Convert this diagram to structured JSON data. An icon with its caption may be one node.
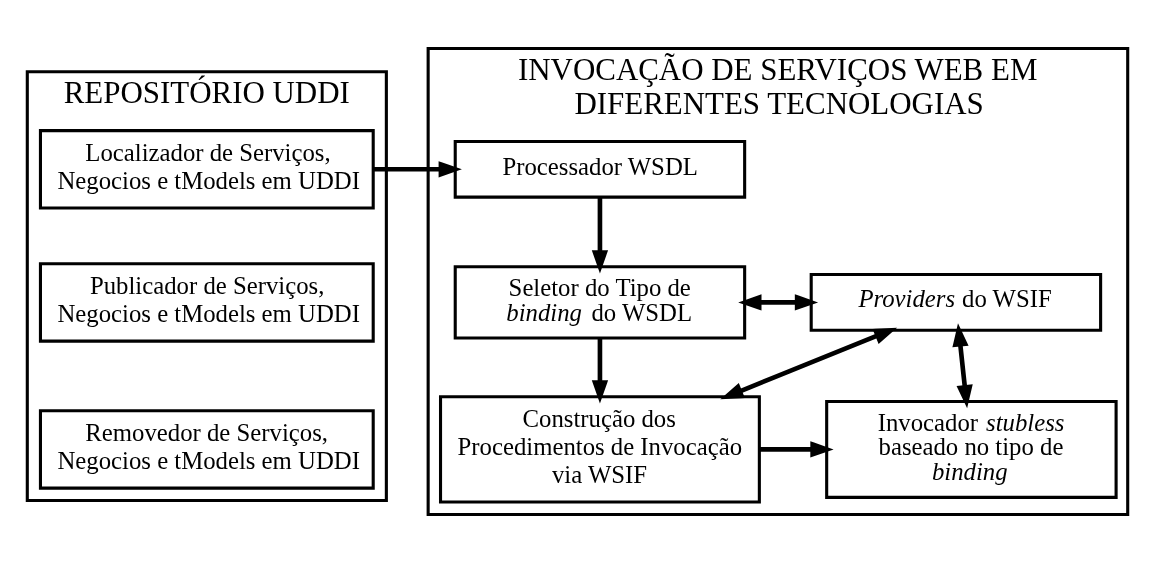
{
  "diagram": {
    "nodes": [
      {
        "text": [
          "REPOSITÓRIO UDDI"
        ]
      },
      {
        "text": [
          "Localizador de Serviços, Negocios e tModels em UDDI"
        ],
        "in": 0
      },
      {
        "text": [
          "Publicador de Serviços, Negocios e tModels em UDDI"
        ],
        "in": 0
      },
      {
        "text": [
          "Removedor de Serviços, Negocios e tModels em UDDI"
        ],
        "in": 0
      },
      {
        "text": [
          "INVOCAÇÃO DE SERVIÇOS WEB EM DIFERENTES TECNOLOGIAS"
        ]
      },
      {
        "text": [
          "Processador WSDL"
        ],
        "in": 4
      },
      {
        "text": [
          "Seletor do Tipo de *binding* do WSDL"
        ],
        "in": 4
      },
      {
        "text": [
          "*Providers* do WSIF"
        ],
        "in": 4
      },
      {
        "text": [
          "Construção dos Procedimentos de Invocação via WSIF"
        ],
        "in": 4
      },
      {
        "text": [
          "Invocador *stubless* baseado no tipo de *binding*"
        ],
        "in": 4
      }
    ],
    "edges": [
      {
        "from": 1,
        "to": 5,
        "arrow": "to"
      },
      {
        "from": 5,
        "to": 6,
        "arrow": "to"
      },
      {
        "from": 6,
        "to": 7,
        "arrow": "both"
      },
      {
        "from": 6,
        "to": 8,
        "arrow": "to"
      },
      {
        "from": 8,
        "to": 7,
        "arrow": "both"
      },
      {
        "from": 7,
        "to": 9,
        "arrow": "both"
      },
      {
        "from": 8,
        "to": 9,
        "arrow": "to"
      }
    ]
  }
}
